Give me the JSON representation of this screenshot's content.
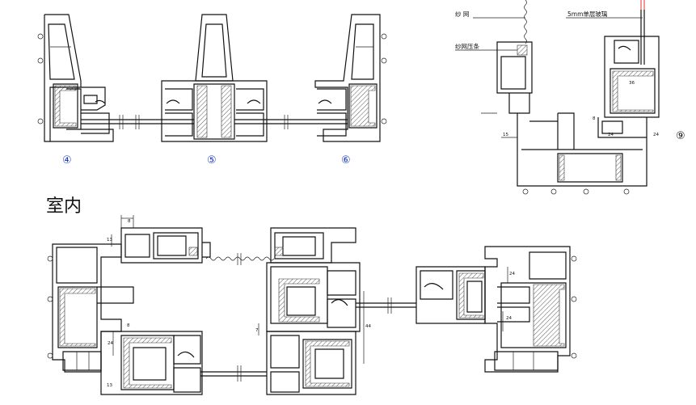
{
  "labels": {
    "circle_4": "④",
    "circle_5": "⑤",
    "circle_6": "⑥",
    "circle_9": "⑨",
    "screen": "纱 网",
    "screen_strip": "纱网压条",
    "glass": "5mm单层玻璃",
    "indoor": "室内"
  },
  "dimensions": {
    "d_8_top": "8",
    "d_13": "13",
    "d_8_left": "8",
    "d_24_left": "24",
    "d_13_mid": "13",
    "d_7": "7",
    "d_44": "44",
    "d_24_right": "24",
    "d_24_right2": "24",
    "d_15": "15",
    "d_8_r": "8",
    "d_24_r": "24",
    "d_36_r": "36"
  },
  "colors": {
    "line": "#111111",
    "circled_numbers": "#1a3bbf",
    "glass_marker": "#e03030"
  }
}
